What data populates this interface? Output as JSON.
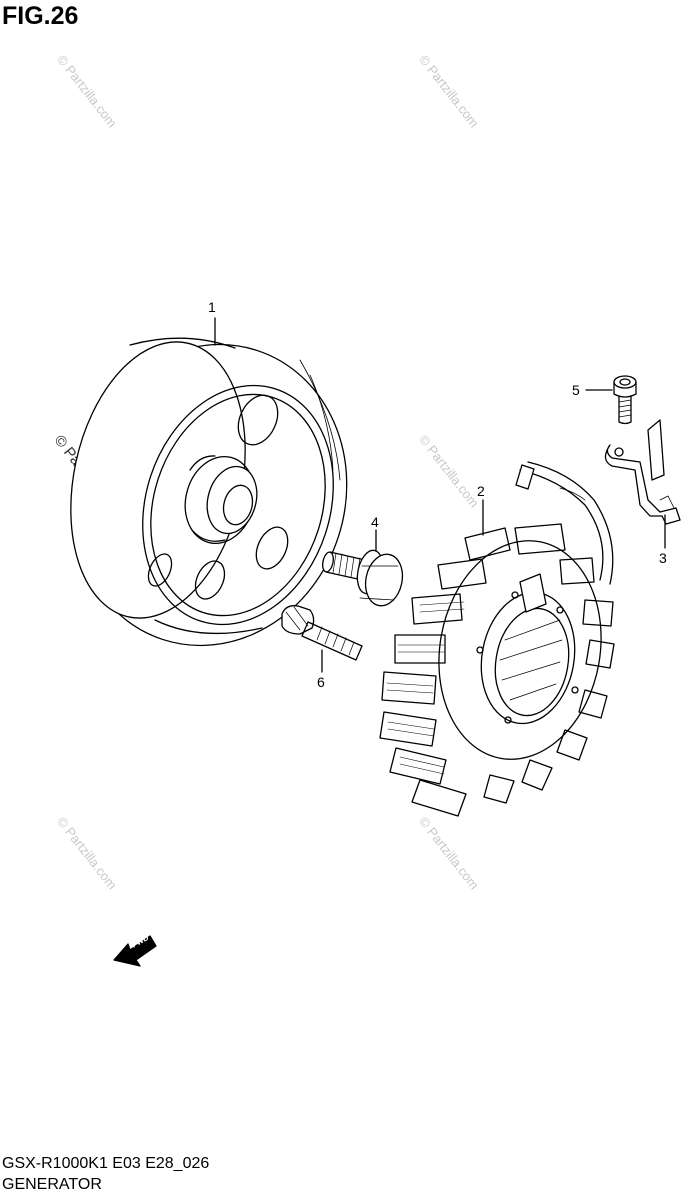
{
  "figure": {
    "title": "FIG.26",
    "code": "GSX-R1000K1 E03 E28_026",
    "name": "GENERATOR"
  },
  "callouts": [
    "1",
    "2",
    "3",
    "4",
    "5",
    "6"
  ],
  "watermark": "© Partzilla.com",
  "fwd_badge": "FWD"
}
